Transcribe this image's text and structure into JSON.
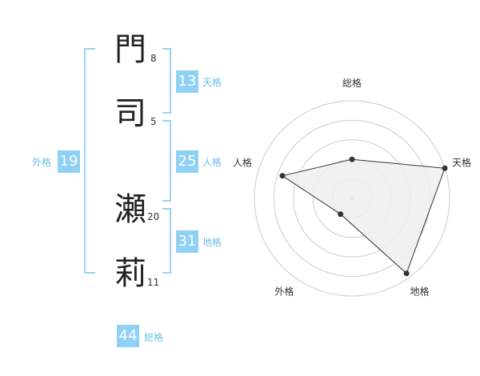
{
  "name": {
    "chars": [
      {
        "char": "門",
        "strokes": "8"
      },
      {
        "char": "司",
        "strokes": "5"
      },
      {
        "char": "瀬",
        "strokes": "20"
      },
      {
        "char": "莉",
        "strokes": "11"
      }
    ]
  },
  "scores": {
    "tenkaku": {
      "value": "13",
      "label": "天格"
    },
    "jinkaku": {
      "value": "25",
      "label": "人格"
    },
    "chikaku": {
      "value": "31",
      "label": "地格"
    },
    "gaikaku": {
      "value": "19",
      "label": "外格"
    },
    "soukaku": {
      "value": "44",
      "label": "総格"
    }
  },
  "chart_data": {
    "type": "radar",
    "axes": [
      "総格",
      "天格",
      "地格",
      "外格",
      "人格"
    ],
    "values": [
      0.4,
      1.0,
      0.95,
      0.2,
      0.75
    ],
    "max": 1,
    "rings": 5,
    "colors": {
      "fill": "#eeeeee",
      "line": "#333333",
      "grid": "#cccccc",
      "center": "#cccccc"
    }
  },
  "colors": {
    "accent": "#8fd0f5",
    "label": "#6bbfe9",
    "bracket": "#9bd2f3"
  }
}
